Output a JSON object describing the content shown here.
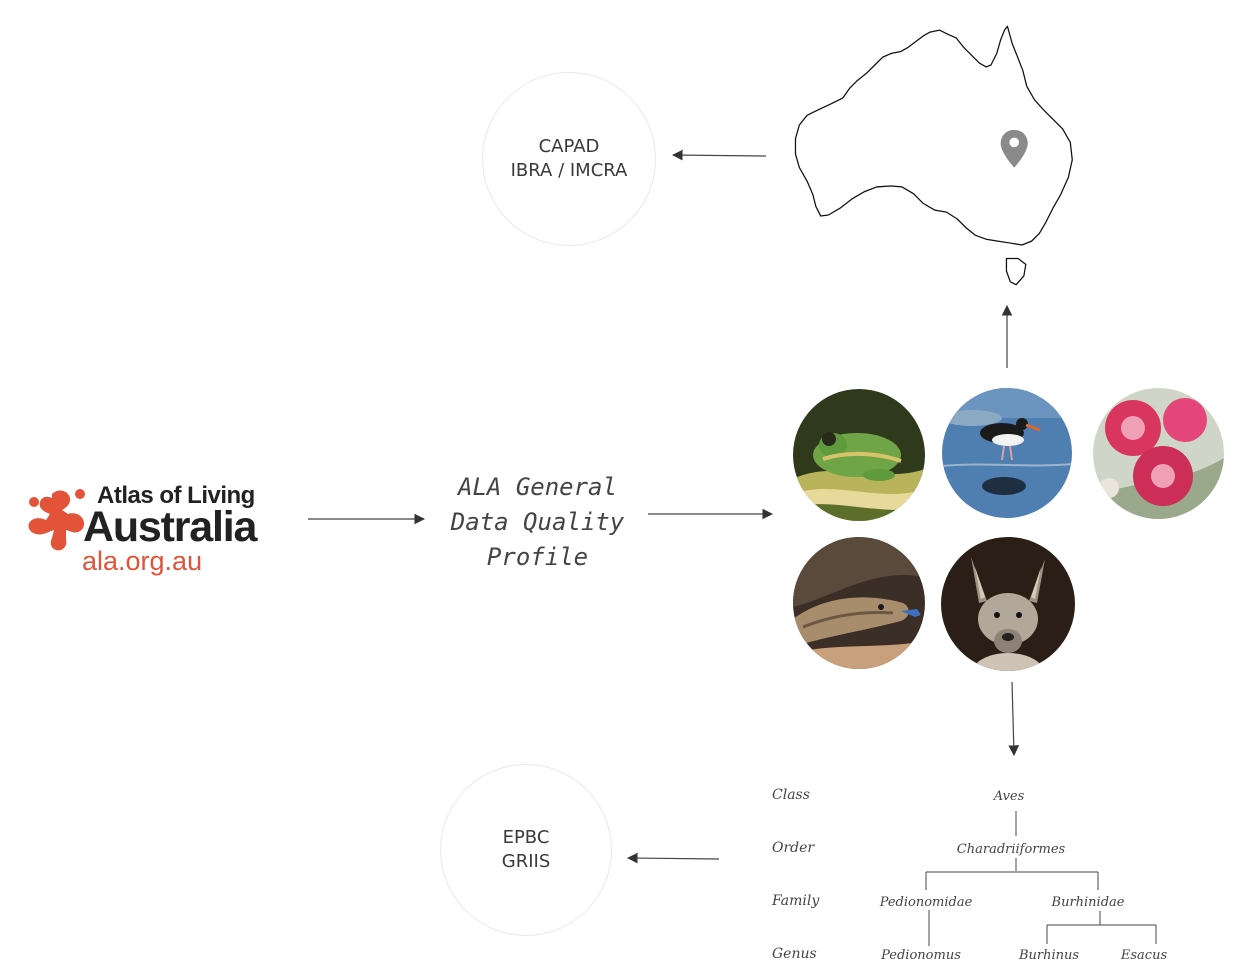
{
  "logo": {
    "line1": "Atlas of Living",
    "line2": "Australia",
    "line3": "ala.org.au",
    "accent": "#e2533a"
  },
  "profile": {
    "lines": [
      "ALA General",
      "Data Quality",
      "Profile"
    ]
  },
  "spatial_circle": {
    "lines": [
      "CAPAD",
      "IBRA / IMCRA"
    ]
  },
  "taxonomic_circle": {
    "lines": [
      "EPBC",
      "GRIIS"
    ]
  },
  "map": {
    "icon": "map-pin-icon"
  },
  "photos": [
    "frog-photo",
    "oystercatcher-photo",
    "eucalyptus-flower-photo",
    "blue-tongue-lizard-photo",
    "kangaroo-photo"
  ],
  "taxonomy": {
    "ranks": [
      "Class",
      "Order",
      "Family",
      "Genus"
    ],
    "class": "Aves",
    "order": "Charadriiformes",
    "families": [
      "Pedionomidae",
      "Burhinidae"
    ],
    "genera": [
      "Pedionomus",
      "Burhinus",
      "Esacus"
    ]
  }
}
